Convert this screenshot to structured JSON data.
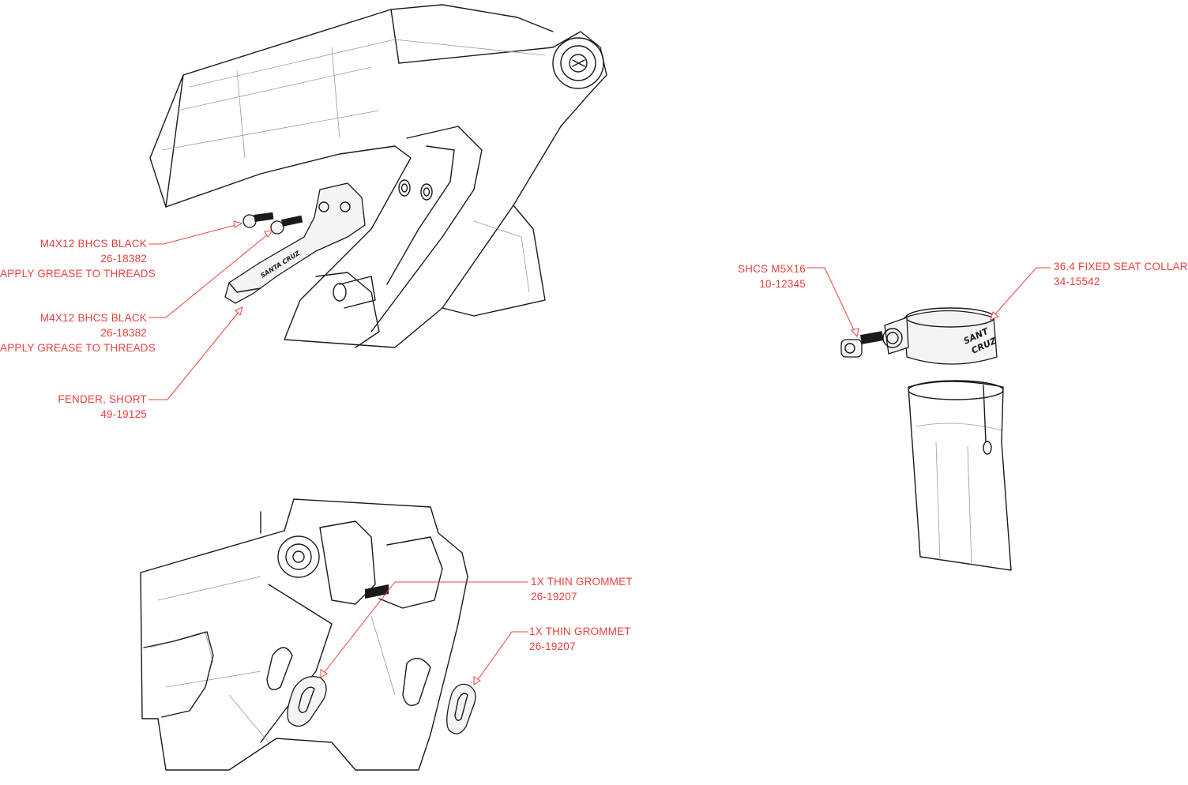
{
  "callouts": {
    "bolt1": {
      "line1": "M4X12 BHCS BLACK",
      "line2": "26-18382",
      "line3": "APPLY GREASE TO THREADS"
    },
    "bolt2": {
      "line1": "M4X12 BHCS BLACK",
      "line2": "26-18382",
      "line3": "APPLY GREASE TO THREADS"
    },
    "fender": {
      "line1": "FENDER, SHORT",
      "line2": "49-19125"
    },
    "shcs": {
      "line1": "SHCS M5X16",
      "line2": "10-12345"
    },
    "collar": {
      "line1": "36.4 FIXED SEAT COLLAR",
      "line2": "34-15542"
    },
    "grommet1": {
      "line1": "1X THIN GROMMET",
      "line2": "26-19207"
    },
    "grommet2": {
      "line1": "1X THIN GROMMET",
      "line2": "26-19207"
    }
  },
  "logos": {
    "fender_logo": "SANTA CRUZ",
    "collar_logo_1": "SANT",
    "collar_logo_2": "CRUZ"
  },
  "colors": {
    "callout": "#e8413c",
    "line": "#1a1a1a",
    "background": "#ffffff"
  }
}
